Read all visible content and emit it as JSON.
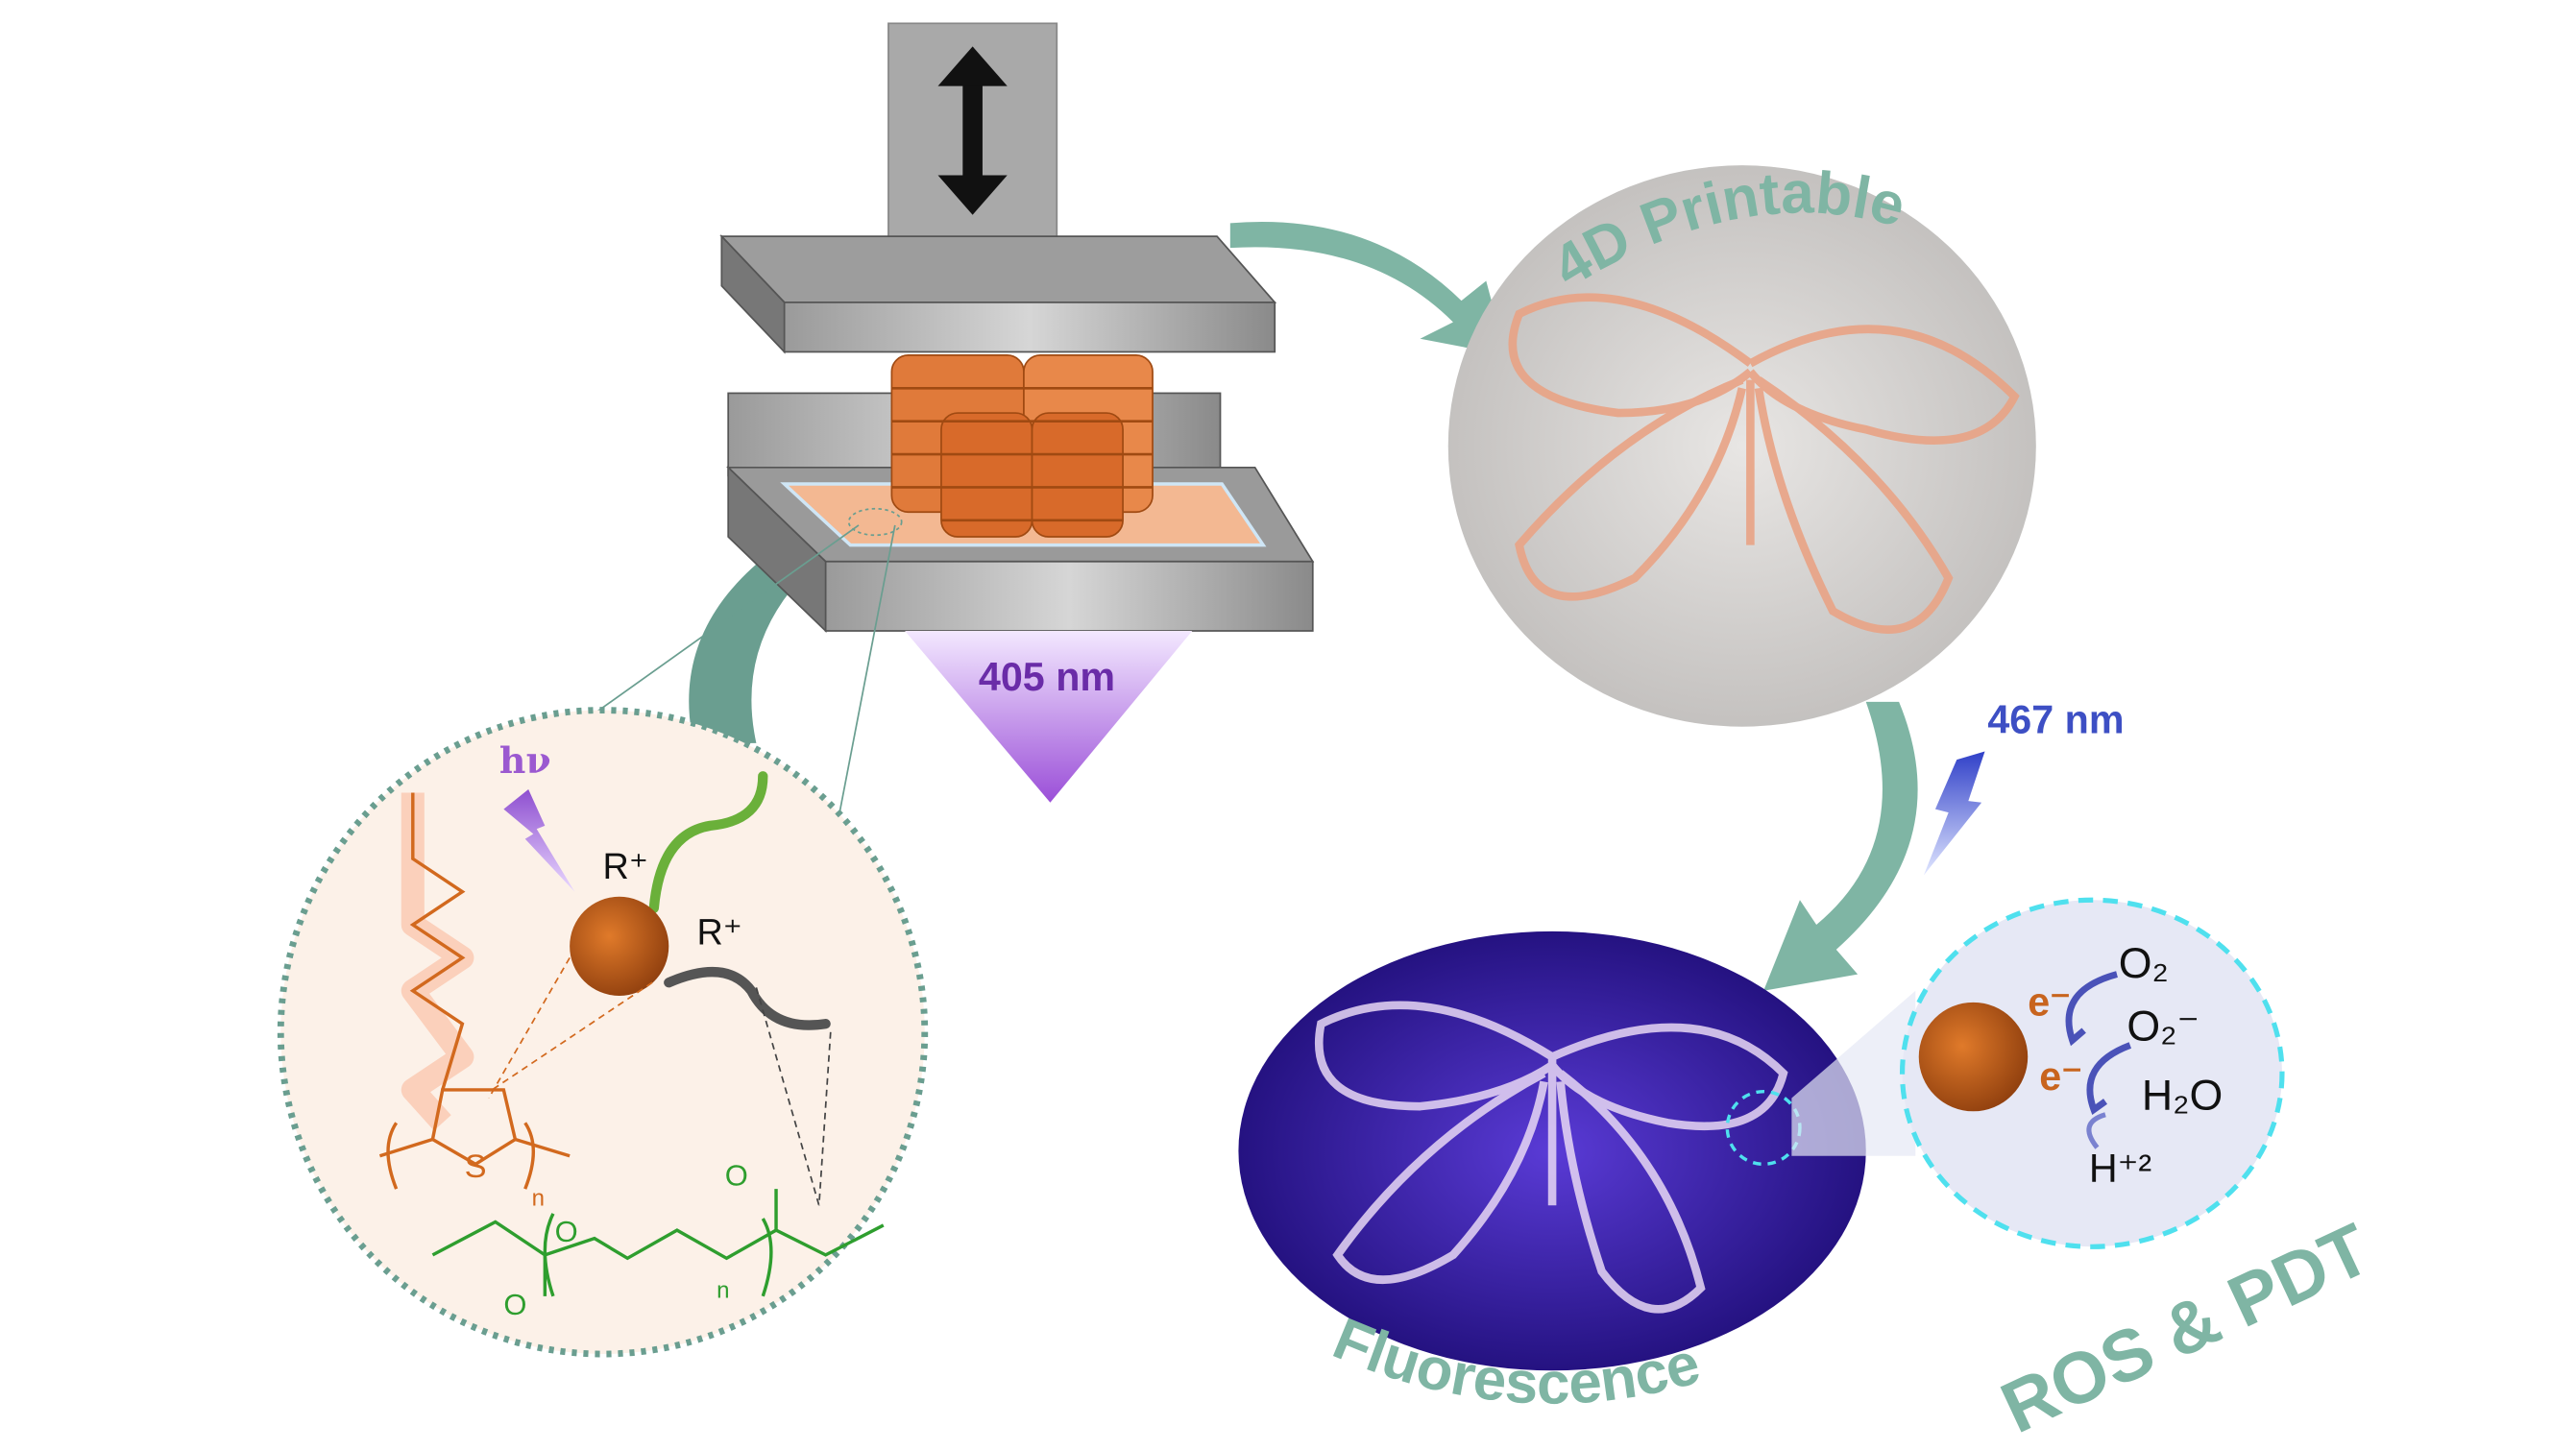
{
  "printer": {
    "wavelength_label": "405 nm"
  },
  "labels": {
    "printable": "4D Printable",
    "fluorescence": "Fluorescence",
    "ros_pdt": "ROS & PDT",
    "excitation": "467 nm"
  },
  "chemistry": {
    "photon": "hν",
    "radical_1": "R⁺",
    "radical_2": "R⁺",
    "sulfur": "S",
    "repeat_n_1": "n",
    "repeat_n_2": "n",
    "oxygen_1": "O",
    "oxygen_2": "O",
    "oxygen_3": "O"
  },
  "ros": {
    "electron_1": "e⁻",
    "electron_2": "e⁻",
    "o2": "O₂",
    "superoxide": "O₂⁻",
    "water": "H₂O",
    "proton": "H⁺²"
  },
  "colors": {
    "teal": "#7fb5a4",
    "purple": "#9b59d0",
    "blue": "#3d4fc4",
    "orange": "#d2691e",
    "green": "#2e9e2e"
  }
}
